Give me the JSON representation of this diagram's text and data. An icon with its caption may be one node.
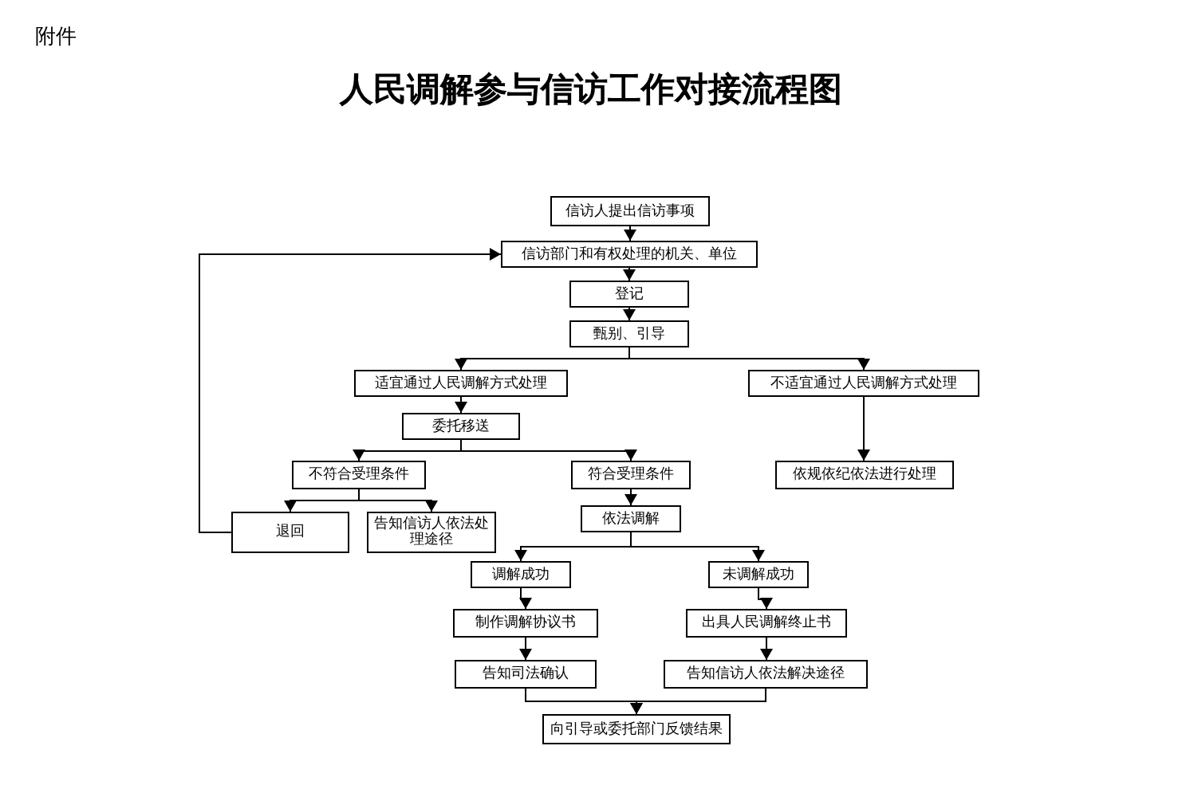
{
  "diagram": {
    "title": "人民调解参与信访工作对接流程图",
    "nodes": [
      {
        "text": [
          "信访人提出信访事项"
        ]
      },
      {
        "text": [
          "信访部门和有权处理的机关、单位"
        ]
      },
      {
        "text": [
          "登记"
        ]
      },
      {
        "text": [
          "甄别、引导"
        ]
      },
      {
        "text": [
          "适宜通过人民调解方式处理"
        ]
      },
      {
        "text": [
          "不适宜通过人民调解方式处理"
        ]
      },
      {
        "text": [
          "委托移送"
        ]
      },
      {
        "text": [
          "不符合受理条件"
        ]
      },
      {
        "text": [
          "符合受理条件"
        ]
      },
      {
        "text": [
          "依规依纪依法进行处理"
        ]
      },
      {
        "text": [
          "退回"
        ]
      },
      {
        "text": [
          "告知信访人依法处理途径"
        ]
      },
      {
        "text": [
          "依法调解"
        ]
      },
      {
        "text": [
          "调解成功"
        ]
      },
      {
        "text": [
          "未调解成功"
        ]
      },
      {
        "text": [
          "制作调解协议书"
        ]
      },
      {
        "text": [
          "出具人民调解终止书"
        ]
      },
      {
        "text": [
          "告知司法确认"
        ]
      },
      {
        "text": [
          "告知信访人依法解决途径"
        ]
      },
      {
        "text": [
          "向引导或委托部门反馈结果"
        ]
      }
    ],
    "edges": [
      {
        "from": 0,
        "to": 1,
        "arrow": "to"
      },
      {
        "from": 1,
        "to": 2,
        "arrow": "to"
      },
      {
        "from": 2,
        "to": 3,
        "arrow": "to"
      },
      {
        "from": 3,
        "to": 4,
        "arrow": "to"
      },
      {
        "from": 3,
        "to": 5,
        "arrow": "to"
      },
      {
        "from": 4,
        "to": 6,
        "arrow": "to"
      },
      {
        "from": 5,
        "to": 9,
        "arrow": "to"
      },
      {
        "from": 6,
        "to": 7,
        "arrow": "to"
      },
      {
        "from": 6,
        "to": 8,
        "arrow": "to"
      },
      {
        "from": 7,
        "to": 10,
        "arrow": "to"
      },
      {
        "from": 7,
        "to": 11,
        "arrow": "to"
      },
      {
        "from": 10,
        "to": 1,
        "arrow": "to"
      },
      {
        "from": 8,
        "to": 12,
        "arrow": "to"
      },
      {
        "from": 12,
        "to": 13,
        "arrow": "to"
      },
      {
        "from": 12,
        "to": 14,
        "arrow": "to"
      },
      {
        "from": 13,
        "to": 15,
        "arrow": "to"
      },
      {
        "from": 14,
        "to": 16,
        "arrow": "to"
      },
      {
        "from": 15,
        "to": 17,
        "arrow": "to"
      },
      {
        "from": 16,
        "to": 18,
        "arrow": "to"
      },
      {
        "from": 17,
        "to": 19,
        "arrow": "to"
      },
      {
        "from": 18,
        "to": 19,
        "arrow": "to"
      }
    ],
    "labels": [
      "附件"
    ]
  }
}
